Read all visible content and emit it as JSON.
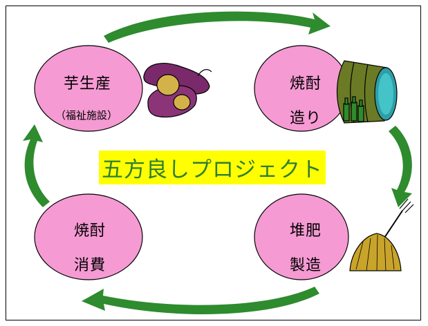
{
  "title": "五方良しプロジェクト",
  "nodes": {
    "potato": {
      "line1": "芋生産",
      "line2": "（福祉施設）"
    },
    "shochu_make": {
      "line1": "焼酎",
      "line2": "造り"
    },
    "compost": {
      "line1": "堆肥",
      "line2": "製造"
    },
    "shochu_drink": {
      "line1": "焼酎",
      "line2": "消費"
    }
  },
  "colors": {
    "ellipse_fill": "#f59ad3",
    "arrow": "#2e8b2e",
    "title_bg": "#ffff00",
    "title_text": "#2e7d32"
  },
  "icons": {
    "potato": "sweet-potato-icon",
    "barrel": "barrel-icon",
    "hay": "hay-pitchfork-icon"
  }
}
